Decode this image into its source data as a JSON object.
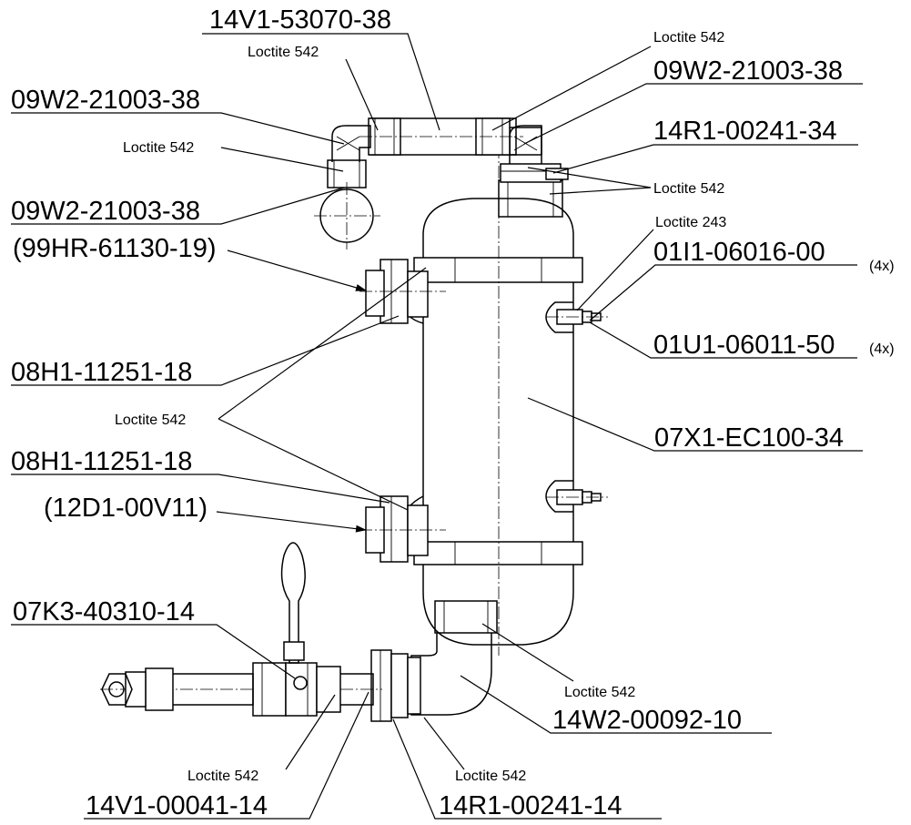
{
  "drawing": {
    "labels": [
      {
        "text": "14V1-53070-38"
      },
      {
        "text": "Loctite 542"
      },
      {
        "text": "Loctite 542"
      },
      {
        "text": "09W2-21003-38"
      },
      {
        "text": "09W2-21003-38"
      },
      {
        "text": "Loctite 542"
      },
      {
        "text": "14R1-00241-34"
      },
      {
        "text": "Loctite 542"
      },
      {
        "text": "09W2-21003-38"
      },
      {
        "text": "Loctite 243"
      },
      {
        "text": "(99HR-61130-19)"
      },
      {
        "text": "01I1-06016-00"
      },
      {
        "text": "(4x)"
      },
      {
        "text": "01U1-06011-50"
      },
      {
        "text": "(4x)"
      },
      {
        "text": "08H1-11251-18"
      },
      {
        "text": "Loctite 542"
      },
      {
        "text": "07X1-EC100-34"
      },
      {
        "text": "08H1-11251-18"
      },
      {
        "text": "(12D1-00V11)"
      },
      {
        "text": "07K3-40310-14"
      },
      {
        "text": "Loctite 542"
      },
      {
        "text": "14W2-00092-10"
      },
      {
        "text": "Loctite 542"
      },
      {
        "text": "Loctite 542"
      },
      {
        "text": "14V1-00041-14"
      },
      {
        "text": "14R1-00241-14"
      }
    ]
  }
}
